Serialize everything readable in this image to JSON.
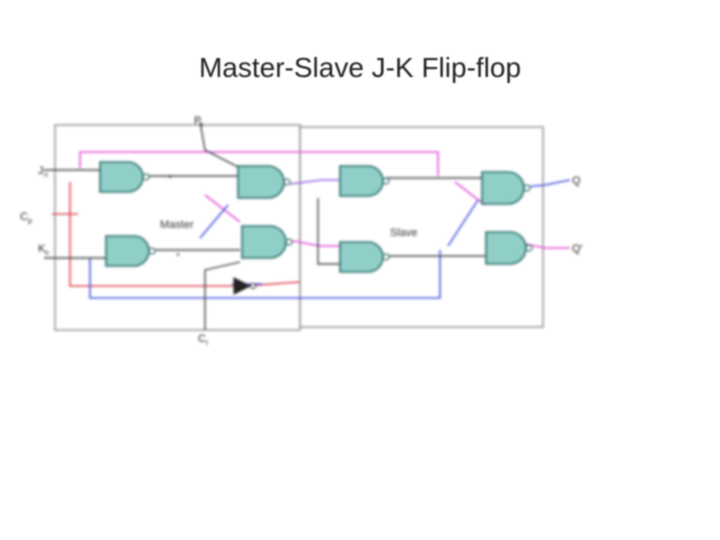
{
  "slide": {
    "title": "Master-Slave J-K Flip-flop"
  },
  "diagram": {
    "blocks": {
      "master": "Master",
      "slave": "Slave"
    },
    "inputs": {
      "preset": {
        "main": "P",
        "sub": "r"
      },
      "j": {
        "main": "J",
        "sub": "n"
      },
      "clock": {
        "main": "C",
        "sub": "p"
      },
      "k": {
        "main": "K",
        "sub": "n"
      },
      "clear": {
        "main": "C",
        "sub": "r"
      }
    },
    "outputs": {
      "q": "Q",
      "q_bar": "Q'"
    },
    "colors": {
      "gate_fill": "#8fcfc8",
      "pink_wire": "#e64fd8",
      "red_wire": "#e04a56",
      "blue_wire": "#4a58e0",
      "purple_wire": "#9a66e0"
    }
  }
}
